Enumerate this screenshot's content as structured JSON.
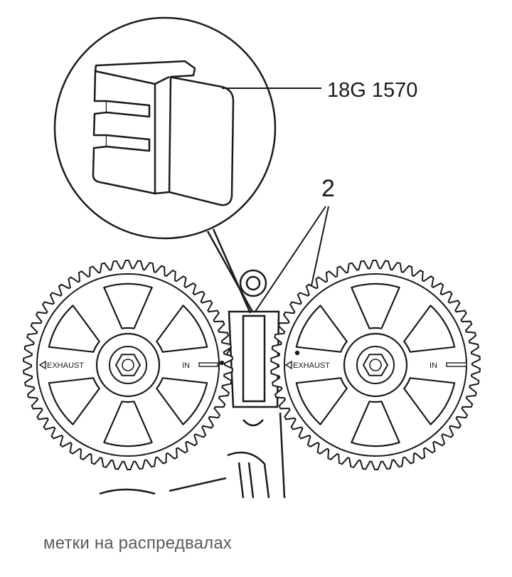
{
  "tool_label": "18G 1570",
  "callout_number": "2",
  "gear_left": {
    "exhaust_label": "EXHAUST",
    "in_label": "IN"
  },
  "gear_right": {
    "exhaust_label": "EXHAUST",
    "in_label": "IN"
  },
  "caption": "метки на распредвалах"
}
